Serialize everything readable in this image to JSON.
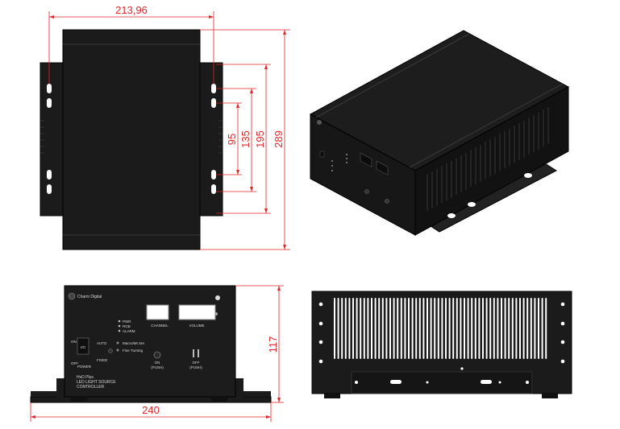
{
  "dimensions": {
    "top_width": "213,96",
    "hole_95": "95",
    "hole_135": "135",
    "hole_195": "195",
    "overall_289": "289",
    "front_width": "240",
    "front_height": "117"
  },
  "front_panel": {
    "brand": "Charm Digital",
    "ind_pwr": "PWR",
    "ind_rgb": "RGB",
    "ind_alarm": "ALARM",
    "label_channel": "CHANNEL",
    "label_volume": "VOLUME",
    "label_on": "ON",
    "label_off": "OFF",
    "label_power": "POWER",
    "label_auto": "AUTO",
    "label_fixed": "FIXED",
    "label_macro": "Macro/Mt Set",
    "label_fine": "Fine Turning",
    "label_on_push": "ON",
    "label_on_push2": "(PUSH)",
    "label_off_push": "OFF",
    "label_off_push2": "(PUSH)",
    "switch_text": "I/O",
    "product_line1": "HvD Plus",
    "product_line2": "LED LIGHT SOURCE",
    "product_line3": "CONTROLLER"
  },
  "colors": {
    "dimension": "#e0262b",
    "body": "#1b1b1b",
    "outline": "#000000"
  }
}
